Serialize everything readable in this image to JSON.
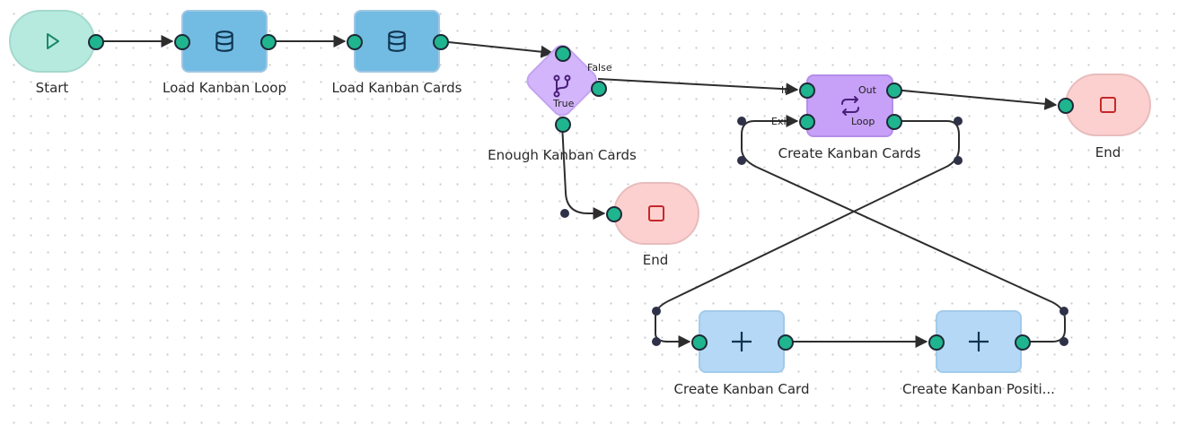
{
  "colors": {
    "start": "#b7eadf",
    "data": "#72bbe3",
    "condition": "#d3b5fb",
    "loop": "#c7a0f7",
    "create": "#b4d8f5",
    "end": "#fdd0d0",
    "port": "#1fb58f",
    "edge": "#2d2d2d",
    "border": "#9fc6e3"
  },
  "nodes": {
    "start": {
      "label": "Start",
      "icon": "play-icon"
    },
    "load_loop": {
      "label": "Load Kanban Loop",
      "icon": "database-icon"
    },
    "load_cards": {
      "label": "Load Kanban Cards",
      "icon": "database-icon"
    },
    "condition": {
      "label": "Enough Kanban Cards",
      "icon": "branch-icon",
      "false_label": "False",
      "true_label": "True"
    },
    "end_true": {
      "label": "End",
      "icon": "stop-icon"
    },
    "loop": {
      "label": "Create Kanban Cards",
      "icon": "loop-icon",
      "in_label": "In",
      "exit_label": "Exit",
      "out_label": "Out",
      "loop_label": "Loop"
    },
    "end_out": {
      "label": "End",
      "icon": "stop-icon"
    },
    "create_card": {
      "label": "Create Kanban Card",
      "icon": "plus-icon"
    },
    "create_position": {
      "label": "Create Kanban Positi...",
      "icon": "plus-icon"
    }
  }
}
